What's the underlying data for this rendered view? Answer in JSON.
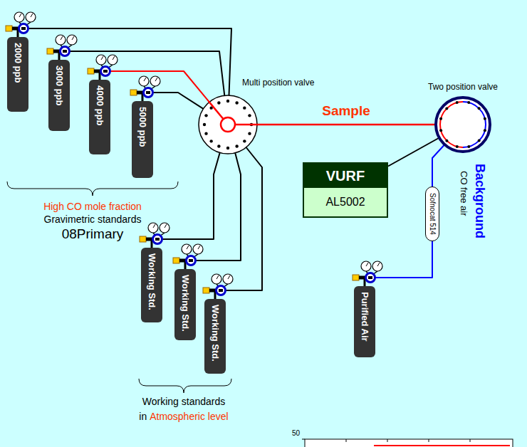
{
  "diagram": {
    "nodes": [
      {
        "text": [
          "2000 ppb"
        ]
      },
      {
        "text": [
          "3000 ppb"
        ]
      },
      {
        "text": [
          "4000 ppb"
        ]
      },
      {
        "text": [
          "5000 ppb"
        ]
      },
      {
        "text": [
          "Multi position valve"
        ]
      },
      {
        "text": [
          "Two position valve"
        ]
      },
      {
        "text": [
          "VURF",
          "AL5002"
        ]
      },
      {
        "text": [
          "Sofnocat 514"
        ]
      },
      {
        "text": [
          "Working Std."
        ]
      },
      {
        "text": [
          "Working Std."
        ]
      },
      {
        "text": [
          "Working Std."
        ]
      },
      {
        "text": [
          "Purified Air"
        ]
      }
    ],
    "edges": [
      {
        "from": 0,
        "to": 4,
        "arrow": "none"
      },
      {
        "from": 1,
        "to": 4,
        "arrow": "none"
      },
      {
        "from": 2,
        "to": 4,
        "arrow": "none"
      },
      {
        "from": 3,
        "to": 4,
        "arrow": "none"
      },
      {
        "from": 8,
        "to": 4,
        "arrow": "none"
      },
      {
        "from": 9,
        "to": 4,
        "arrow": "none"
      },
      {
        "from": 10,
        "to": 4,
        "arrow": "none"
      },
      {
        "from": 4,
        "to": 5,
        "label": "Sample",
        "arrow": "none"
      },
      {
        "from": 6,
        "to": 5,
        "arrow": "none"
      },
      {
        "from": 11,
        "to": 7,
        "arrow": "none"
      },
      {
        "from": 7,
        "to": 5,
        "arrow": "none"
      }
    ],
    "labels": [
      "High CO mole fraction",
      "Gravimetric standards",
      "08Primary",
      "Working standards",
      "in",
      "Atmospheric level",
      "Background",
      "CO free air",
      "50"
    ]
  }
}
